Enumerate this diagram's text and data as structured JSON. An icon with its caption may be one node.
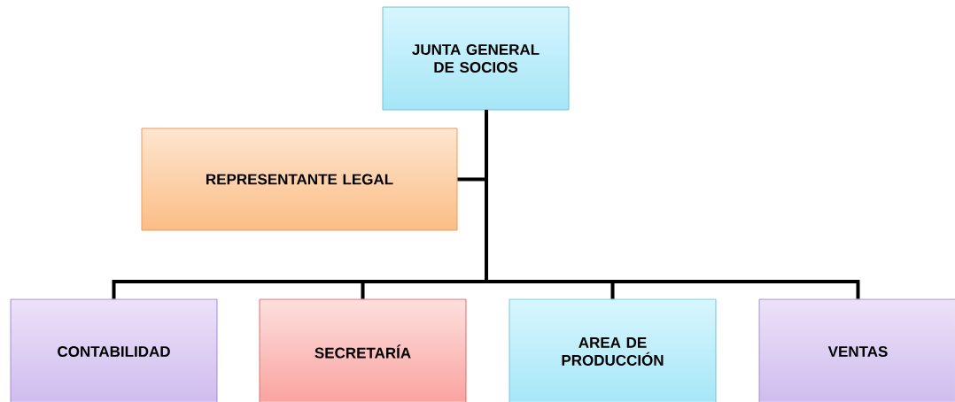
{
  "diagram": {
    "nodes": [
      {
        "text": [
          "JUNTA GENERAL DE SOCIOS"
        ]
      },
      {
        "text": [
          "REPRESENTANTE LEGAL"
        ]
      },
      {
        "text": [
          "CONTABILIDAD"
        ]
      },
      {
        "text": [
          "SECRETARÍA"
        ]
      },
      {
        "text": [
          "AREA DE PRODUCCIÓN"
        ]
      },
      {
        "text": [
          "VENTAS"
        ]
      }
    ],
    "edges": [
      {
        "from": 0,
        "to": 1,
        "arrow": "none"
      },
      {
        "from": 0,
        "to": 2,
        "arrow": "none"
      },
      {
        "from": 0,
        "to": 3,
        "arrow": "none"
      },
      {
        "from": 0,
        "to": 4,
        "arrow": "none"
      },
      {
        "from": 0,
        "to": 5,
        "arrow": "none"
      }
    ]
  }
}
